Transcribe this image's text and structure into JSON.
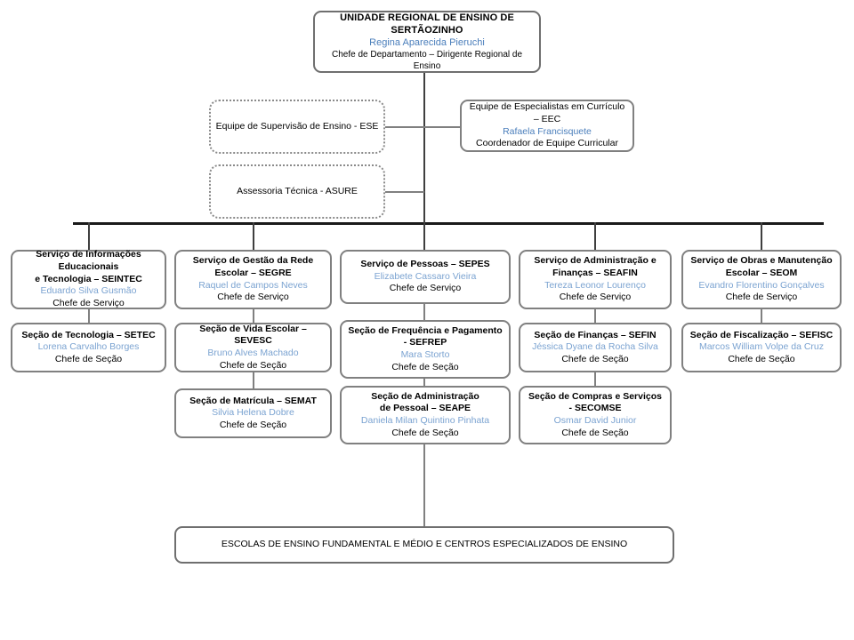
{
  "meta": {
    "colors": {
      "name_blue": "#7ba3d1",
      "name_blue_strong": "#4a7ebb",
      "box_border": "#808080",
      "line": "#808080",
      "text": "#000000"
    }
  },
  "root": {
    "title": "UNIDADE REGIONAL DE ENSINO DE SERTÃOZINHO",
    "name": "Regina Aparecida Pieruchi",
    "role": "Chefe de Departamento – Dirigente Regional de Ensino"
  },
  "staff": {
    "ese": {
      "title": "Equipe de Supervisão de Ensino - ESE"
    },
    "eec": {
      "title": "Equipe de Especialistas em Currículo – EEC",
      "name": "Rafaela Francisquete",
      "role": "Coordenador de Equipe Curricular"
    },
    "asure": {
      "title": "Assessoria Técnica - ASURE"
    }
  },
  "services": [
    {
      "id": "seintec",
      "title": "Serviço de Informações Educacionais e Tecnologia – SEINTEC",
      "title_line1": "Serviço de Informações Educacionais",
      "title_line2": "e Tecnologia – SEINTEC",
      "name": "Eduardo Silva Gusmão",
      "role": "Chefe de Serviço"
    },
    {
      "id": "segre",
      "title": "Serviço de Gestão da Rede Escolar – SEGRE",
      "title_line1": "Serviço de Gestão da Rede",
      "title_line2": "Escolar – SEGRE",
      "name": "Raquel de Campos Neves",
      "role": "Chefe de Serviço"
    },
    {
      "id": "sepes",
      "title": "Serviço de Pessoas – SEPES",
      "title_line1": "Serviço de Pessoas – SEPES",
      "title_line2": "",
      "name": "Elizabete Cassaro Vieira",
      "role": "Chefe de Serviço"
    },
    {
      "id": "seafin",
      "title": "Serviço de Administração e Finanças – SEAFIN",
      "title_line1": "Serviço de Administração e",
      "title_line2": "Finanças – SEAFIN",
      "name": "Tereza Leonor Lourenço",
      "role": "Chefe de Serviço"
    },
    {
      "id": "seom",
      "title": "Serviço de Obras e Manutenção Escolar – SEOM",
      "title_line1": "Serviço de Obras e Manutenção",
      "title_line2": "Escolar – SEOM",
      "name": "Evandro Florentino Gonçalves",
      "role": "Chefe de Serviço"
    }
  ],
  "sections_row1": [
    {
      "id": "setec",
      "title_line1": "Seção de Tecnologia – SETEC",
      "title_line2": "",
      "name": "Lorena Carvalho Borges",
      "role": "Chefe de Seção"
    },
    {
      "id": "sevesc",
      "title_line1": "Seção de Vida Escolar – SEVESC",
      "title_line2": "",
      "name": "Bruno Alves Machado",
      "role": "Chefe de Seção"
    },
    {
      "id": "sefrep",
      "title_line1": "Seção de Frequência e Pagamento",
      "title_line2": "- SEFREP",
      "name": "Mara Storto",
      "role": "Chefe de Seção"
    },
    {
      "id": "sefin",
      "title_line1": "Seção de Finanças – SEFIN",
      "title_line2": "",
      "name": "Jéssica Dyane da Rocha Silva",
      "role": "Chefe de Seção"
    },
    {
      "id": "sefisc",
      "title_line1": "Seção de Fiscalização – SEFISC",
      "title_line2": "",
      "name": "Marcos William Volpe da Cruz",
      "role": "Chefe de Seção"
    }
  ],
  "sections_row2": [
    {
      "id": "semat",
      "title_line1": "Seção de Matrícula – SEMAT",
      "title_line2": "",
      "name": "Silvia Helena Dobre",
      "role": "Chefe de Seção"
    },
    {
      "id": "seape",
      "title_line1": "Seção de Administração",
      "title_line2": "de Pessoal – SEAPE",
      "name": "Daniela Milan Quintino Pinhata",
      "role": "Chefe de Seção"
    },
    {
      "id": "secomse",
      "title_line1": "Seção de Compras e Serviços",
      "title_line2": "- SECOMSE",
      "name": "Osmar David Junior",
      "role": "Chefe de Seção"
    }
  ],
  "bottom": {
    "title": "ESCOLAS DE ENSINO FUNDAMENTAL E MÉDIO E CENTROS ESPECIALIZADOS DE ENSINO"
  }
}
